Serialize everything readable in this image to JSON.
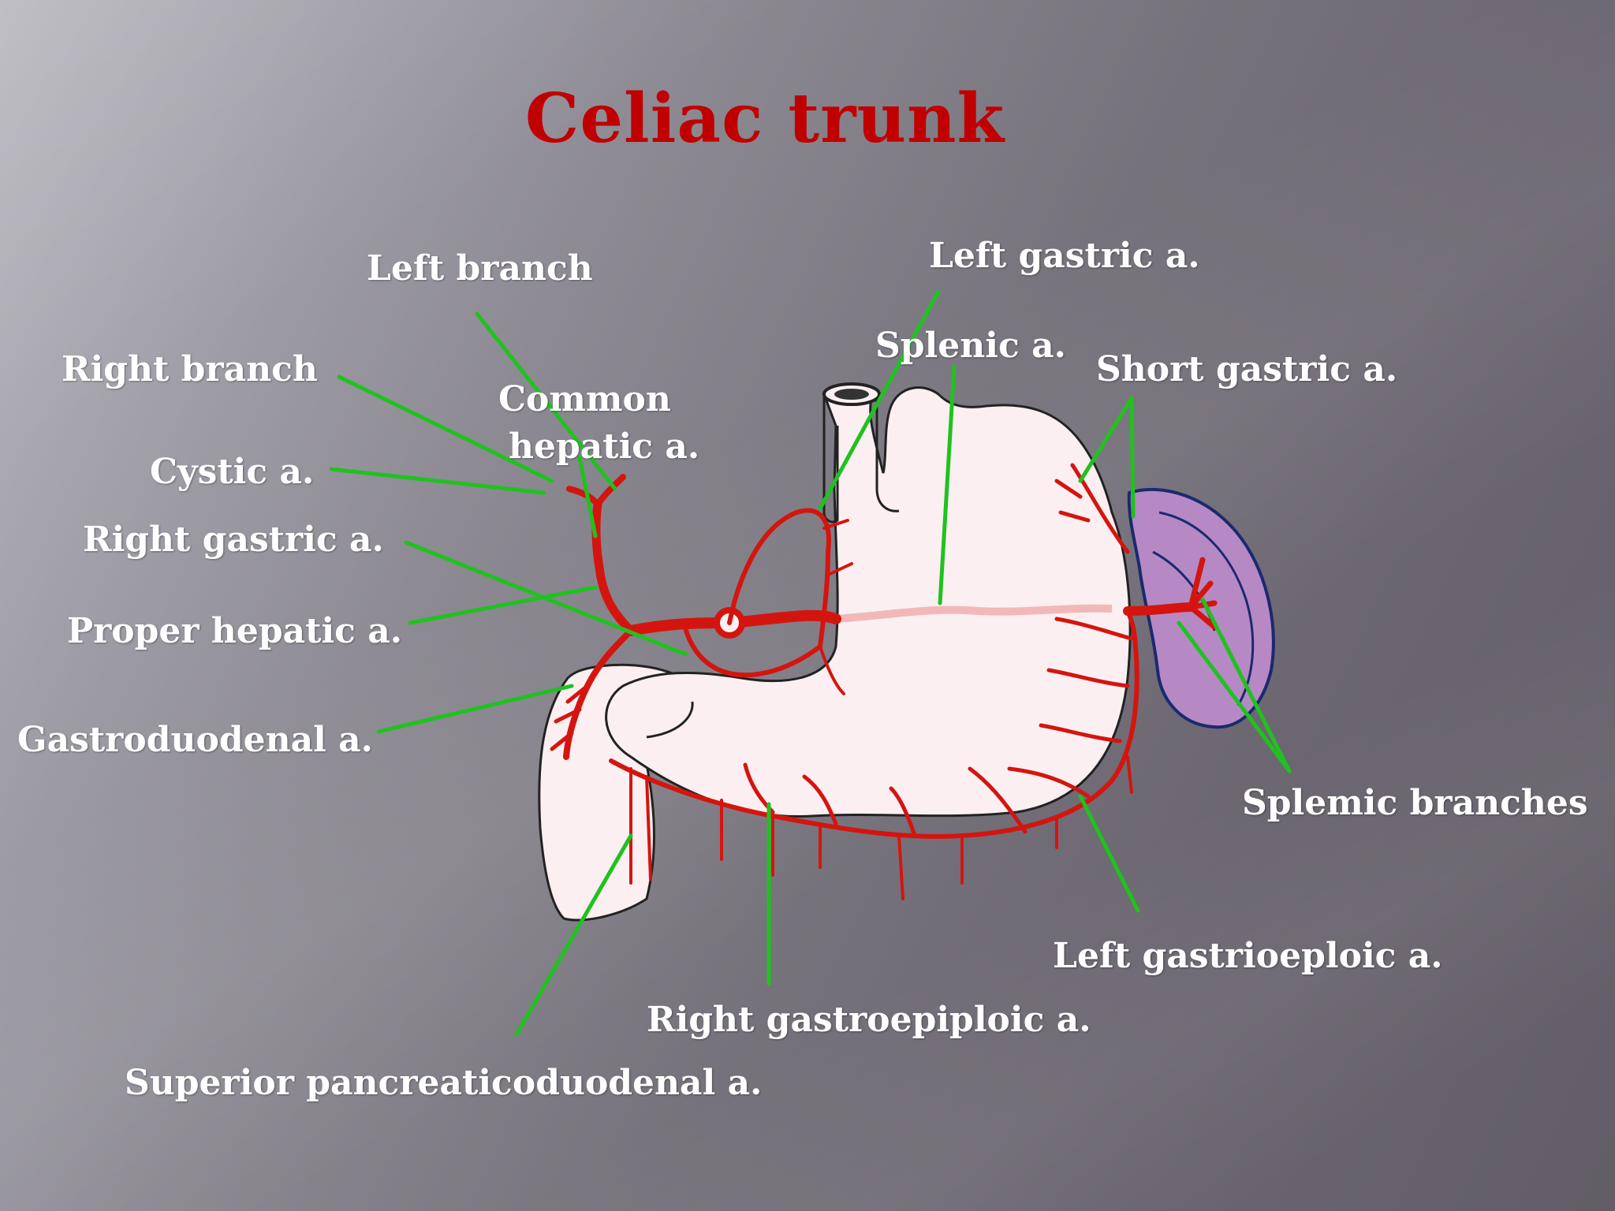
{
  "title": "Celiac trunk",
  "labels": {
    "left_branch": "Left branch",
    "right_branch": "Right branch",
    "common_hepatic_line1": "Common",
    "common_hepatic_line2": "hepatic a.",
    "cystic": "Cystic a.",
    "right_gastric": "Right gastric a.",
    "proper_hepatic": "Proper hepatic a.",
    "gastroduodenal": "Gastroduodenal a.",
    "superior_pancreaticoduodenal": "Superior pancreaticoduodenal a.",
    "right_gastroepiploic": "Right gastroepiploic a.",
    "left_gastroepiploic": "Left gastrioeploic a.",
    "splenic_branches": "Splemic branches",
    "short_gastric": "Short gastric a.",
    "splenic": "Splenic a.",
    "left_gastric": "Left gastric a."
  },
  "colors": {
    "title": "#c00000",
    "label": "#ffffff",
    "leader_line": "#1fc21f",
    "artery": "#d4150f",
    "organ": "#fbeff1",
    "spleen": "#b689c4"
  }
}
